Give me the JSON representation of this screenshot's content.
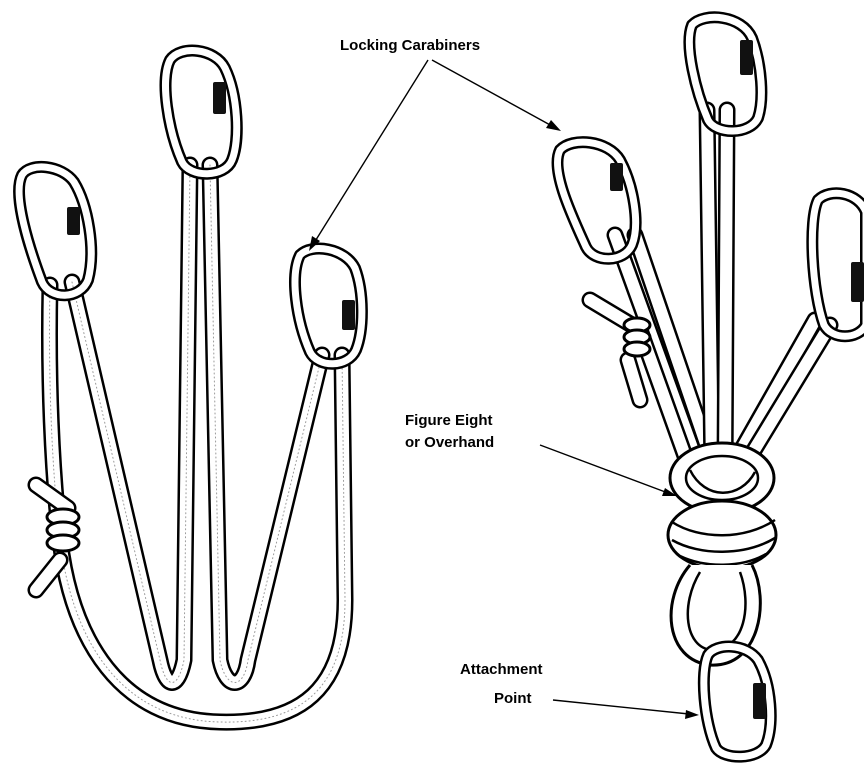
{
  "labels": {
    "locking_carabiners": "Locking Carabiners",
    "figure_eight_line1": "Figure Eight",
    "figure_eight_line2": "or Overhand",
    "attachment_line1": "Attachment",
    "attachment_line2": "Point"
  }
}
